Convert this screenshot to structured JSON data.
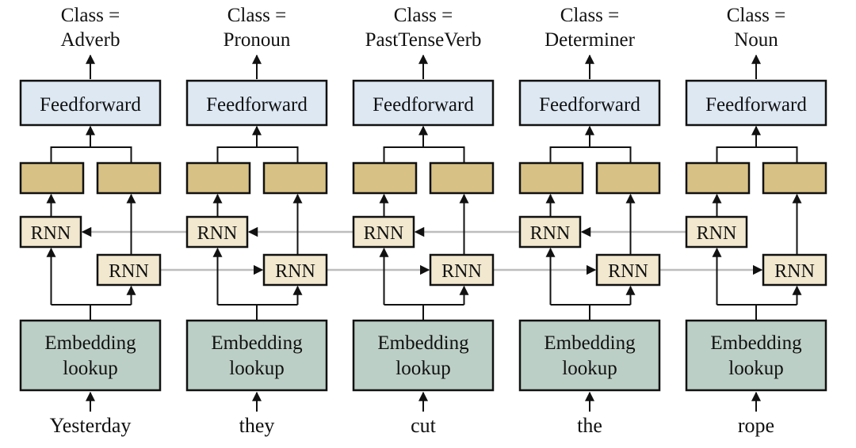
{
  "columns": [
    {
      "word": "Yesterday",
      "class_line1": "Class =",
      "class_line2": "Adverb"
    },
    {
      "word": "they",
      "class_line1": "Class =",
      "class_line2": "Pronoun"
    },
    {
      "word": "cut",
      "class_line1": "Class =",
      "class_line2": "PastTenseVerb"
    },
    {
      "word": "the",
      "class_line1": "Class =",
      "class_line2": "Determiner"
    },
    {
      "word": "rope",
      "class_line1": "Class =",
      "class_line2": "Noun"
    }
  ],
  "labels": {
    "feedforward": "Feedforward",
    "rnn": "RNN",
    "embedding_line1": "Embedding",
    "embedding_line2": "lookup"
  },
  "colors": {
    "feedforward_fill": "#dde8f3",
    "state_fill": "#d7c184",
    "rnn_fill": "#f1e8cf",
    "embedding_fill": "#bccfc6",
    "recurrent_wire": "#bdbdbd"
  }
}
